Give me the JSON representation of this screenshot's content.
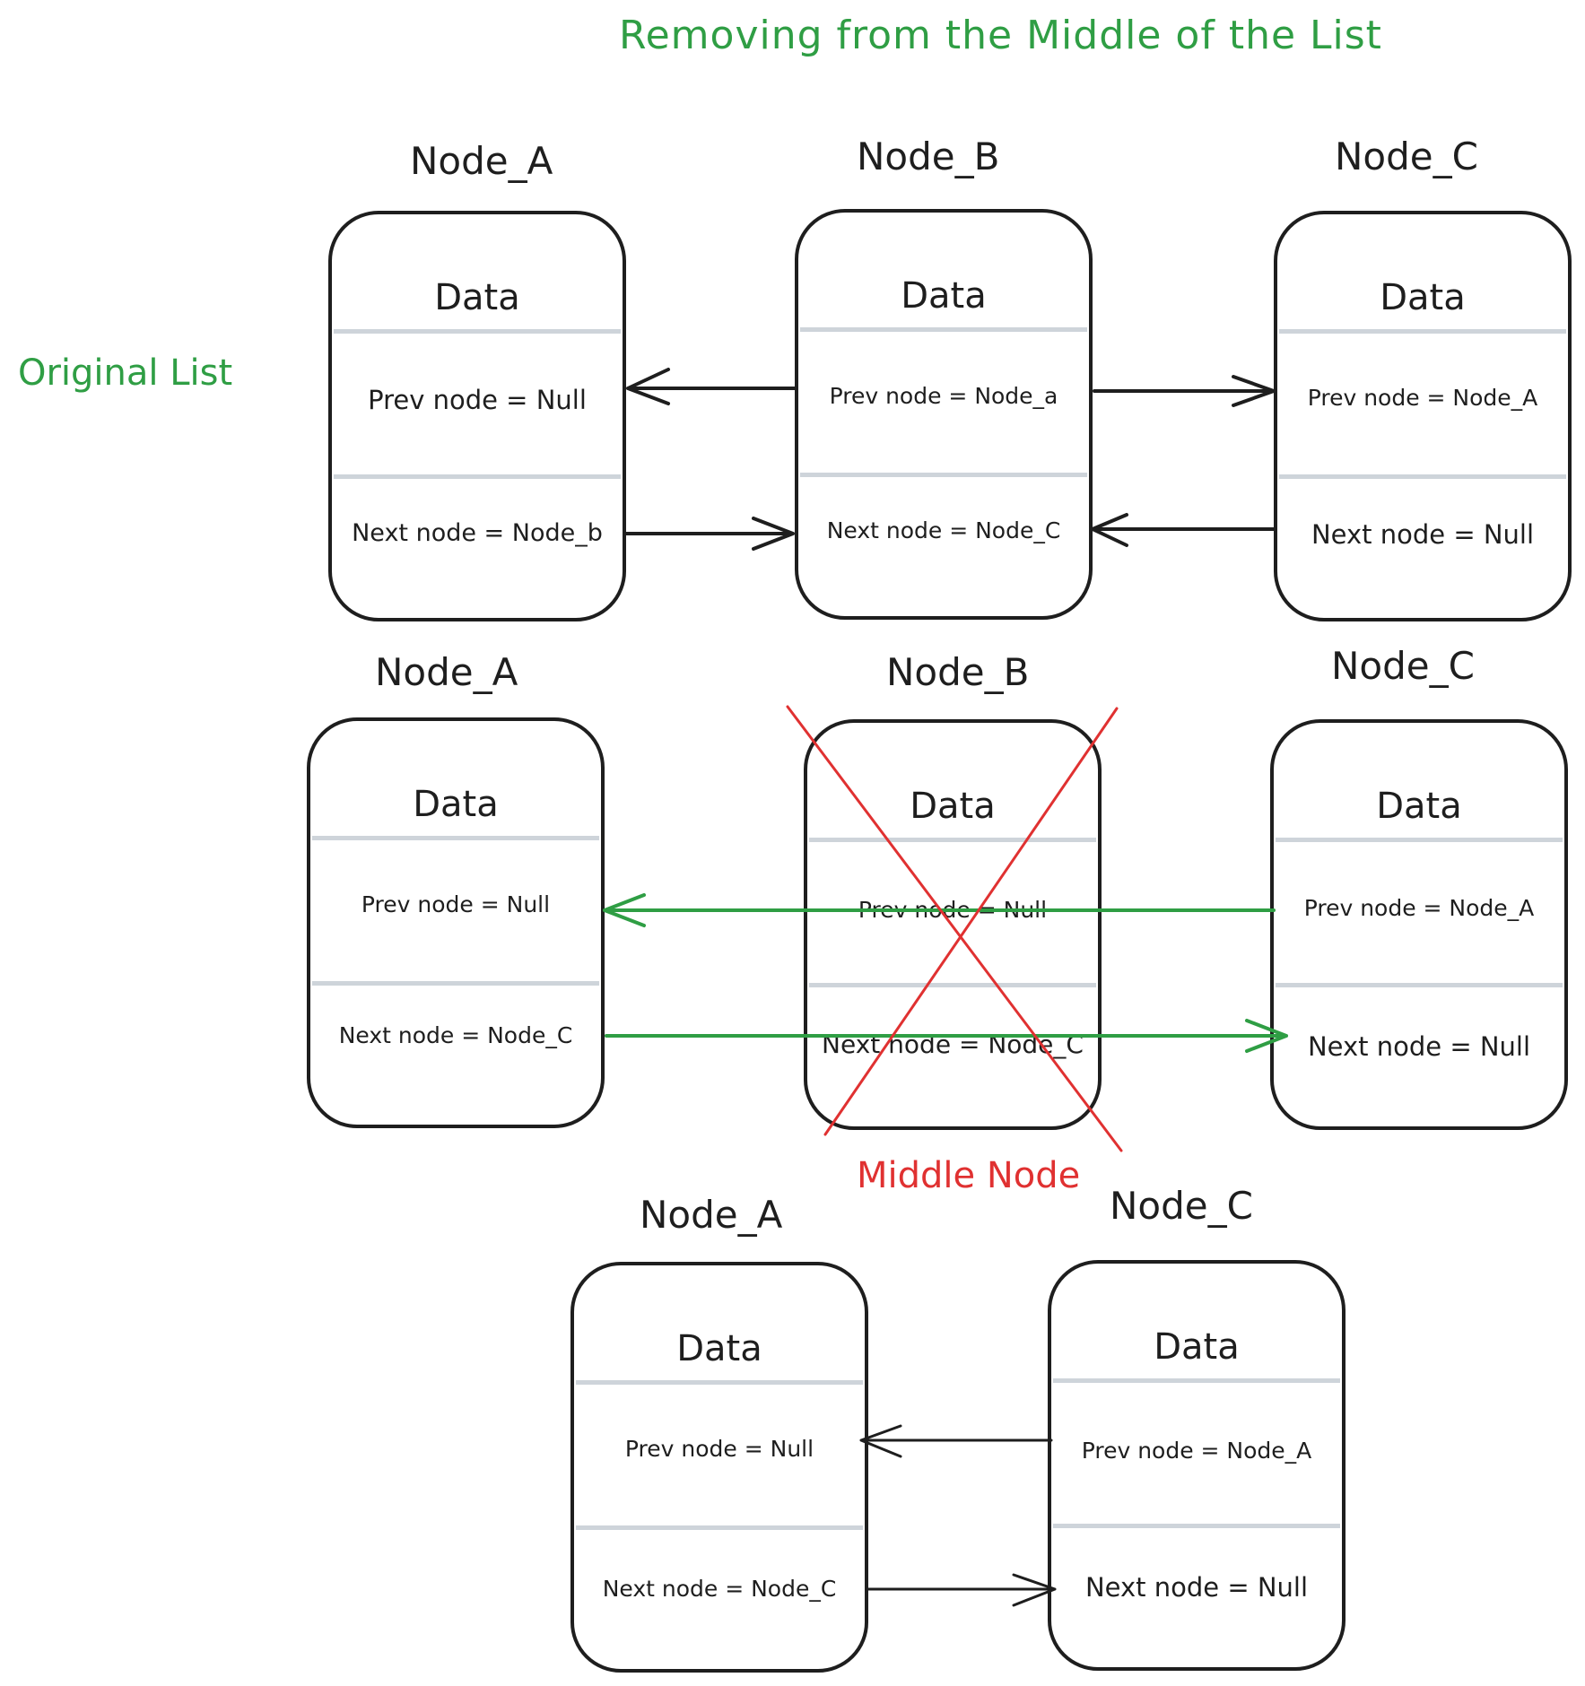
{
  "title": "Removing from the Middle of the List",
  "row_label": "Original List",
  "middle_label": "Middle Node",
  "colors": {
    "ink": "#1e1e1e",
    "green": "#2f9e44",
    "red": "#e03131",
    "divider": "#ced4da"
  },
  "rows": [
    {
      "nodes": [
        {
          "name": "Node_A",
          "data": "Data",
          "prev": "Prev node = Null",
          "next": "Next node = Node_b"
        },
        {
          "name": "Node_B",
          "data": "Data",
          "prev": "Prev node = Node_a",
          "next": "Next node = Node_C"
        },
        {
          "name": "Node_C",
          "data": "Data",
          "prev": "Prev node = Node_A",
          "next": "Next node = Null"
        }
      ]
    },
    {
      "nodes": [
        {
          "name": "Node_A",
          "data": "Data",
          "prev": "Prev node = Null",
          "next": "Next node = Node_C"
        },
        {
          "name": "Node_B",
          "data": "Data",
          "prev": "Prev node = Null",
          "next": "Next node = Node_C"
        },
        {
          "name": "Node_C",
          "data": "Data",
          "prev": "Prev node = Node_A",
          "next": "Next node = Null"
        }
      ]
    },
    {
      "nodes": [
        {
          "name": "Node_A",
          "data": "Data",
          "prev": "Prev node = Null",
          "next": "Next node = Node_C"
        },
        {
          "name": "Node_C",
          "data": "Data",
          "prev": "Prev node = Node_A",
          "next": "Next node = Null"
        }
      ]
    }
  ]
}
